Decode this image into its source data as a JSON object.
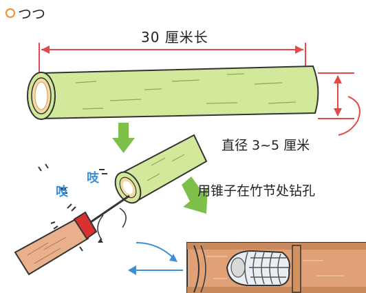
{
  "title": "つつ",
  "length_label": "30 厘米长",
  "diameter_label": "直径 3~5 厘米",
  "drill_label": "用锥子在竹节处钻孔",
  "sound_effect": "吱",
  "colors": {
    "bamboo": "#d2e89a",
    "bamboo_dark": "#b7d27a",
    "arrow_red": "#e54848",
    "arrow_green": "#7cc04a",
    "arrow_blue": "#3a8fd6",
    "handle": "#e8b18c",
    "handle_tip": "#d9312f",
    "interior": "#e0a177"
  }
}
